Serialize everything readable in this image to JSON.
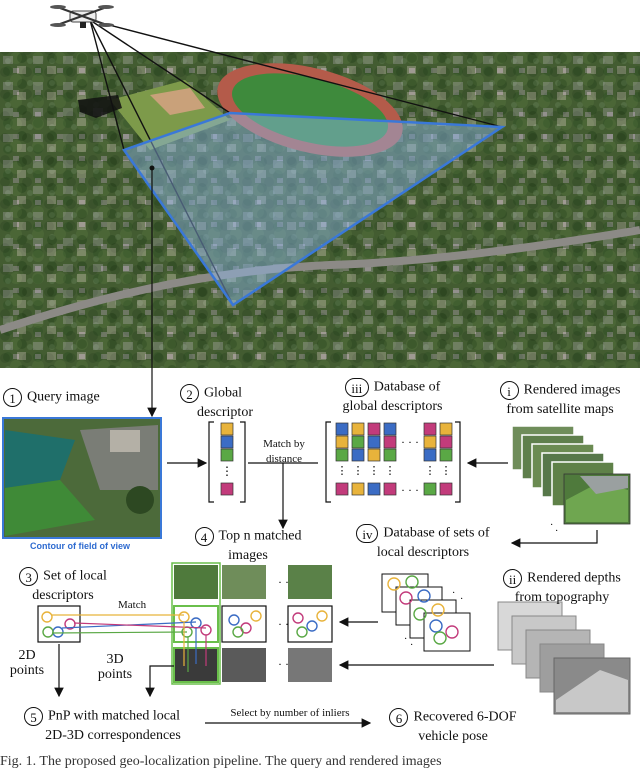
{
  "steps": {
    "s1": {
      "num": "1",
      "label": "Query image"
    },
    "s1_caption": "Contour of field of view",
    "s2": {
      "num": "2",
      "line1": "Global",
      "line2": "descriptor"
    },
    "s3": {
      "num": "iii",
      "line1": "Database of",
      "line2": "global descriptors"
    },
    "s4": {
      "num": "i",
      "line1": "Rendered images",
      "line2": "from satellite maps"
    },
    "match_by": {
      "line1": "Match by",
      "line2": "distance"
    },
    "s5": {
      "num": "4",
      "line1": "Top n matched",
      "line2": "images"
    },
    "s6": {
      "num": "iv",
      "line1": "Database of sets of",
      "line2": "local descriptors"
    },
    "s7": {
      "num": "3",
      "line1": "Set of local",
      "line2": "descriptors"
    },
    "match_label": "Match",
    "s8": {
      "num": "ii",
      "line1": "Rendered depths",
      "line2": "from topography"
    },
    "pts2d": {
      "line1": "2D",
      "line2": "points"
    },
    "pts3d": {
      "line1": "3D",
      "line2": "points"
    },
    "s9": {
      "num": "5",
      "line1": "PnP with matched local",
      "line2": "2D-3D correspondences"
    },
    "select_label": "Select by number of inliers",
    "s10": {
      "num": "6",
      "line1": "Recovered 6-DOF",
      "line2": "vehicle pose"
    }
  },
  "footer": "Fig. 1.   The proposed geo-localization pipeline. The query and rendered images",
  "colors": {
    "fov_blue": "#3a78d8",
    "caption_blue": "#2e6bd0",
    "green_box": "#6abf4b"
  }
}
